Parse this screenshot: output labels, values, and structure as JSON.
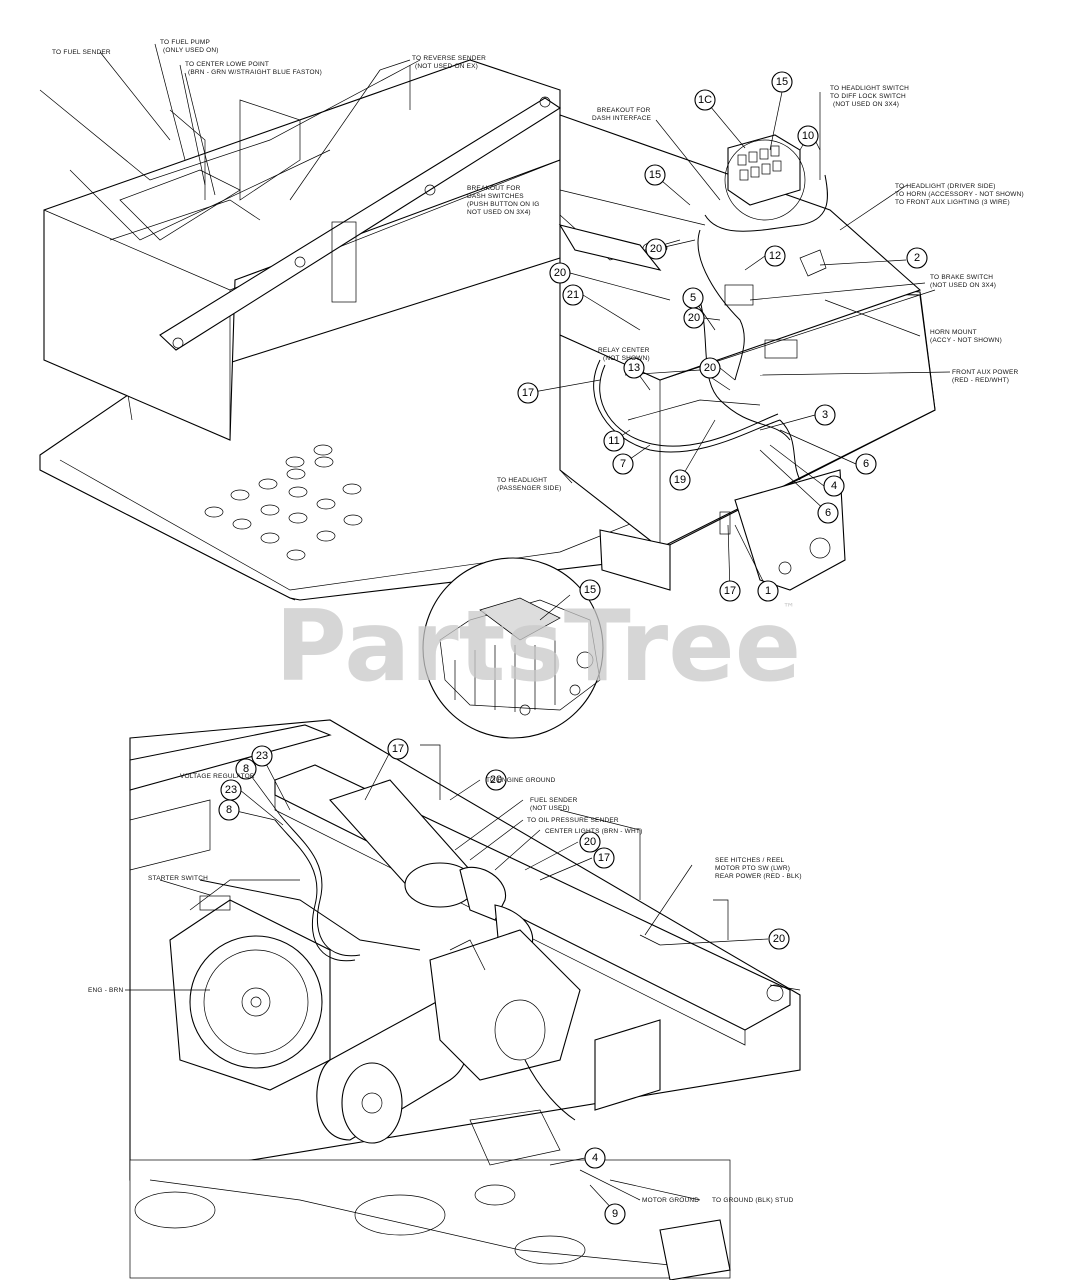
{
  "watermark": {
    "brand": "PartsTree",
    "trademark": "™"
  },
  "callouts": {
    "c15a": "15",
    "c10": "10",
    "c1c": "1C",
    "c15b": "15",
    "c20a": "20",
    "c12": "12",
    "c2": "2",
    "c20b": "20",
    "c21": "21",
    "c5": "5",
    "c20c": "20",
    "c20d": "20",
    "c17a": "17",
    "c13": "13",
    "c3": "3",
    "c11": "11",
    "c7": "7",
    "c19": "19",
    "c6a": "6",
    "c4a": "4",
    "c6b": "6",
    "c17b": "17",
    "c1": "1",
    "c15c": "15",
    "c23a": "23",
    "c8a": "8",
    "c23b": "23",
    "c8b": "8",
    "c17c": "17",
    "c20e": "20",
    "c20f": "20",
    "c17d": "17",
    "c20g": "20",
    "c4b": "4",
    "c9": "9"
  },
  "labels": {
    "fuel_sender": "TO FUEL SENDER",
    "fuel_pump_1": "TO FUEL PUMP",
    "fuel_pump_2": "(ONLY USED ON)",
    "center_lowe_1": "TO CENTER LOWE POINT",
    "center_lowe_2": "(BRN - GRN W/STRAIGHT BLUE FASTON)",
    "reverse_sender_1": "TO REVERSE SENDER",
    "reverse_sender_2": "(NOT USED ON EX)",
    "headlight_switch_1": "TO HEADLIGHT SWITCH",
    "headlight_switch_2": "TO DIFF LOCK SWITCH",
    "headlight_switch_3": "(NOT USED ON 3X4)",
    "breakout_dash_1": "BREAKOUT FOR",
    "breakout_dash_2": "DASH INTERFACE",
    "breakout_switch_1": "BREAKOUT FOR",
    "breakout_switch_2": "DASH SWITCHES",
    "breakout_switch_3": "(PUSH BUTTON ON IG",
    "breakout_switch_4": "NOT USED ON 3X4)",
    "headlight_driver_1": "TO HEADLIGHT (DRIVER SIDE)",
    "headlight_driver_2": "TO HORN (ACCESSORY - NOT SHOWN)",
    "headlight_driver_3": "TO FRONT AUX LIGHTING (3 WIRE)",
    "brake_switch_1": "TO BRAKE SWITCH",
    "brake_switch_2": "(NOT USED ON 3X4)",
    "horn_mount_1": "HORN MOUNT",
    "horn_mount_2": "(ACCY - NOT SHOWN)",
    "relay_center_1": "RELAY CENTER",
    "relay_center_2": "(NOT SHOWN)",
    "front_aux_1": "FRONT AUX POWER",
    "front_aux_2": "(RED - RED/WHT)",
    "headlight_pass_1": "TO HEADLIGHT",
    "headlight_pass_2": "(PASSENGER SIDE)",
    "voltage_regulator": "VOLTAGE REGULATOR",
    "starter_switch": "STARTER SWITCH",
    "engine_ground": "TO ENGINE GROUND",
    "fuel_sender_lower_1": "FUEL SENDER",
    "fuel_sender_lower_2": "(NOT USED)",
    "oil_pressure": "TO OIL PRESSURE SENDER",
    "center_light_switch": "CENTER LIGHTS (BRN - WHT)",
    "seat_switch_1": "SEE HITCHES / REEL",
    "seat_switch_2": "MOTOR PTO SW (LWR)",
    "seat_switch_3": "REAR POWER (RED - BLK)",
    "eng_brn": "ENG - BRN",
    "motor_ground": "MOTOR GROUND",
    "ground_bottom": "TO GROUND (BLK) STUD"
  }
}
